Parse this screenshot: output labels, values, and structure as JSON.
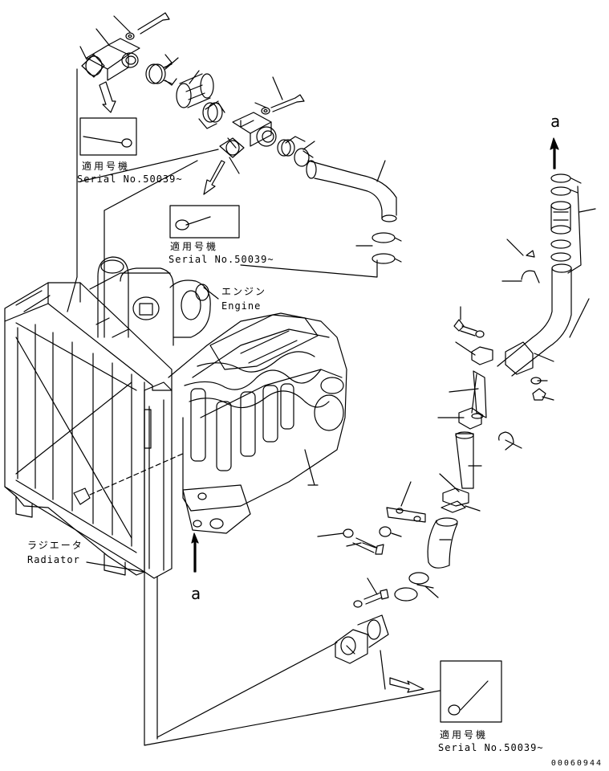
{
  "callouts": [
    {
      "id": "callout-1",
      "title_jp": "適用号機",
      "serial": "Serial No.50039~"
    },
    {
      "id": "callout-2",
      "title_jp": "適用号機",
      "serial": "Serial No.50039~"
    },
    {
      "id": "callout-3",
      "title_jp": "適用号機",
      "serial": "Serial No.50039~"
    }
  ],
  "engine": {
    "jp": "エンジン",
    "en": "Engine"
  },
  "radiator": {
    "jp": "ラジエータ",
    "en": "Radiator"
  },
  "ref_letter_top": "a",
  "ref_letter_bottom": "a",
  "drawing_number": "00060944"
}
